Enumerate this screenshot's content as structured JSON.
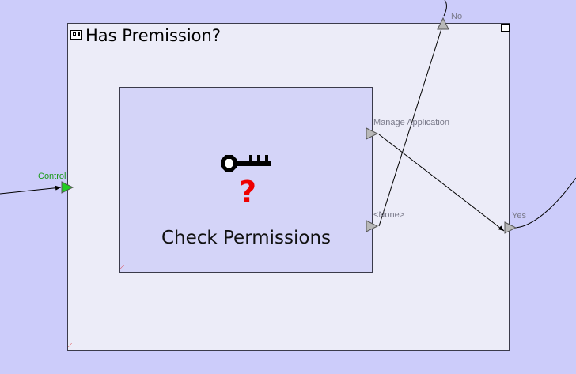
{
  "outer_node": {
    "title": "Has Premission?",
    "icon": "window-icon",
    "collapse_icon": "minus-icon"
  },
  "inner_node": {
    "title": "Check Permissions",
    "icon": "key-question-icon"
  },
  "ports": {
    "control": "Control",
    "manage_application": "Manage Application",
    "none": "<None>",
    "no": "No",
    "yes": "Yes"
  },
  "colors": {
    "canvas": "#ccccfa",
    "outer_fill": "#ececf8",
    "inner_fill": "#d4d4f8",
    "port_gray": "#b8b8b8",
    "port_green": "#22cc22",
    "question_mark": "#ee0000"
  }
}
